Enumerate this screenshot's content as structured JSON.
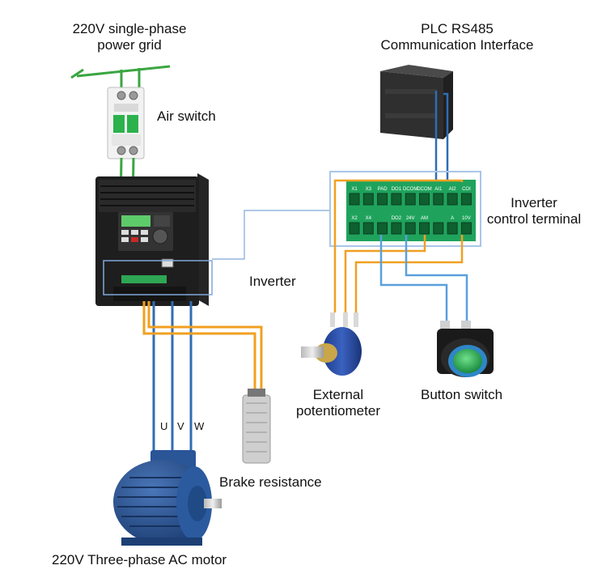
{
  "labels": {
    "grid_line1": "220V single-phase",
    "grid_line2": "power grid",
    "air_switch": "Air switch",
    "plc_line1": "PLC RS485",
    "plc_line2": "Communication Interface",
    "terminal_line1": "Inverter",
    "terminal_line2": "control terminal",
    "inverter": "Inverter",
    "potentiometer_line1": "External",
    "potentiometer_line2": "potentiometer",
    "button_switch": "Button switch",
    "brake_resistance": "Brake resistance",
    "motor": "220V Three-phase AC motor",
    "phase_u": "U",
    "phase_v": "V",
    "phase_w": "W"
  },
  "terminals": {
    "top_row": [
      "X1",
      "X3",
      "PAD",
      "DO1",
      "DCOM",
      "DCOM",
      "AI1",
      "AI2",
      "COI"
    ],
    "bottom_row": [
      "X2",
      "X4",
      "",
      "DO2",
      "24V",
      "AM",
      "",
      "A",
      "10V"
    ]
  },
  "colors": {
    "grid_wire": "#3aa641",
    "signal_wire": "#f0a020",
    "blue_wire": "#2f6db3",
    "callout": "#7fa8d8",
    "terminal_green": "#1fa35c"
  }
}
